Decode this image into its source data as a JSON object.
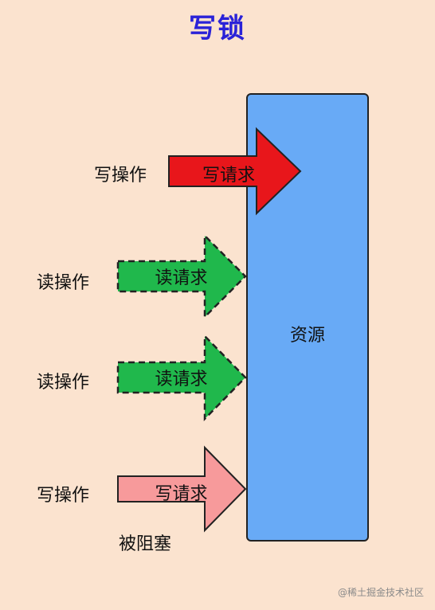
{
  "title": "写锁",
  "resource": {
    "label": "资源"
  },
  "requests": [
    {
      "operation": "写操作",
      "arrow_label": "写请求",
      "fill": "#e8161b",
      "dashed": false,
      "blocked": false
    },
    {
      "operation": "读操作",
      "arrow_label": "读请求",
      "fill": "#20b84c",
      "dashed": true,
      "blocked": false
    },
    {
      "operation": "读操作",
      "arrow_label": "读请求",
      "fill": "#20b84c",
      "dashed": true,
      "blocked": false
    },
    {
      "operation": "写操作",
      "arrow_label": "写请求",
      "fill": "#f79a9b",
      "dashed": false,
      "blocked": true,
      "blocked_label": "被阻塞"
    }
  ],
  "watermark": "@稀土掘金技术社区",
  "colors": {
    "title": "#2a22d8",
    "resource": "#68aaf6",
    "background": "#fbe3cf"
  }
}
